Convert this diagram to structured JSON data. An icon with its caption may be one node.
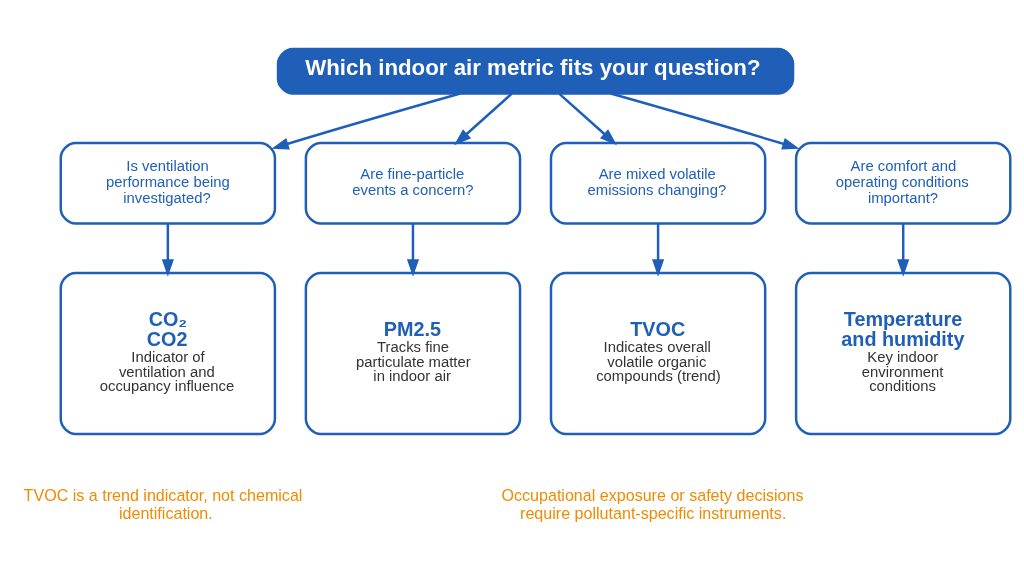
{
  "diagram": {
    "nodes": [
      {
        "text": [
          "Which indoor air metric fits your question?"
        ]
      },
      {
        "text": [
          "Is ventilation performance being investigated?"
        ]
      },
      {
        "text": [
          "Are fine-particle events a concern?"
        ]
      },
      {
        "text": [
          "Are mixed volatile emissions changing?"
        ]
      },
      {
        "text": [
          "Are comfort and operating conditions important?"
        ]
      },
      {
        "text": [
          "CO₂",
          "CO2",
          "Indicator of ventilation and occupancy influence"
        ]
      },
      {
        "text": [
          "PM2.5",
          "Tracks fine particulate matter in indoor air"
        ]
      },
      {
        "text": [
          "TVOC",
          "Indicates overall volatile organic compounds (trend)"
        ]
      },
      {
        "text": [
          "Temperature and humidity",
          "Key indoor environment conditions"
        ]
      }
    ],
    "edges": [
      {
        "from": 0,
        "to": 1,
        "arrow": "to"
      },
      {
        "from": 0,
        "to": 2,
        "arrow": "to"
      },
      {
        "from": 0,
        "to": 3,
        "arrow": "to"
      },
      {
        "from": 0,
        "to": 4,
        "arrow": "to"
      },
      {
        "from": 1,
        "to": 5,
        "arrow": "to"
      },
      {
        "from": 2,
        "to": 6,
        "arrow": "to"
      },
      {
        "from": 3,
        "to": 7,
        "arrow": "to"
      },
      {
        "from": 4,
        "to": 8,
        "arrow": "to"
      }
    ],
    "labels": [
      "TVOC is a trend indicator, not chemical identification.",
      "Occupational exposure or safety decisions require pollutant-specific instruments."
    ]
  }
}
